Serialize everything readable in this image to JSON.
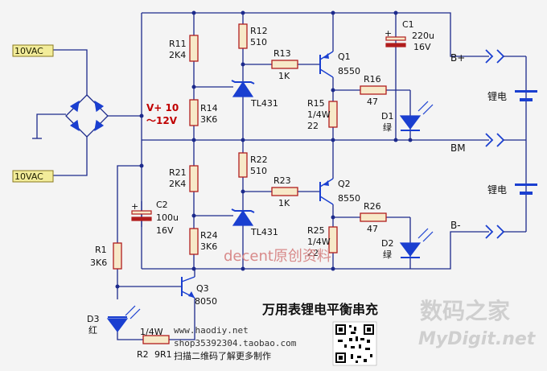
{
  "inputs": {
    "ac_top": "10VAC",
    "ac_bottom": "10VAC"
  },
  "supply": {
    "line1": "V+ 10",
    "line2": "～12V"
  },
  "c1": {
    "name": "C1",
    "value": "220u",
    "voltage": "16V"
  },
  "c2": {
    "name": "C2",
    "value": "100u",
    "voltage": "16V"
  },
  "r11": {
    "name": "R11",
    "value": "2K4"
  },
  "r14": {
    "name": "R14",
    "value": "3K6"
  },
  "r12": {
    "name": "R12",
    "value": "510"
  },
  "r13": {
    "name": "R13",
    "value": "1K"
  },
  "r15": {
    "name": "R15",
    "power": "1/4W",
    "value": "22"
  },
  "r16": {
    "name": "R16",
    "value": "47"
  },
  "r21": {
    "name": "R21",
    "value": "2K4"
  },
  "r24": {
    "name": "R24",
    "value": "3K6"
  },
  "r22": {
    "name": "R22",
    "value": "510"
  },
  "r23": {
    "name": "R23",
    "value": "1K"
  },
  "r25": {
    "name": "R25",
    "power": "1/4W",
    "value": "22"
  },
  "r26": {
    "name": "R26",
    "value": "47"
  },
  "r1": {
    "name": "R1",
    "value": "3K6"
  },
  "r2": {
    "name": "R2",
    "power": "1/4W",
    "value": "9R1"
  },
  "q1": {
    "name": "Q1",
    "type": "8550"
  },
  "q2": {
    "name": "Q2",
    "type": "8550"
  },
  "q3": {
    "name": "Q3",
    "type": "8050"
  },
  "u1": {
    "name": "TL431"
  },
  "u2": {
    "name": "TL431"
  },
  "d1": {
    "name": "D1",
    "color": "绿"
  },
  "d2": {
    "name": "D2",
    "color": "绿"
  },
  "d3": {
    "name": "D3",
    "color": "红"
  },
  "outputs": {
    "bplus": "B+",
    "bm": "BM",
    "bminus": "B-"
  },
  "battery": {
    "cell1": "锂电",
    "cell2": "锂电"
  },
  "title": "万用表锂电平衡串充",
  "watermarks": {
    "decent": "decent原创资料",
    "site_cn": "数码之家",
    "site_en": "MyDigit.net",
    "url": "www.haodiy.net",
    "shop": "shop35392304.taobao.com",
    "scan": "扫描二维码了解更多制作"
  }
}
